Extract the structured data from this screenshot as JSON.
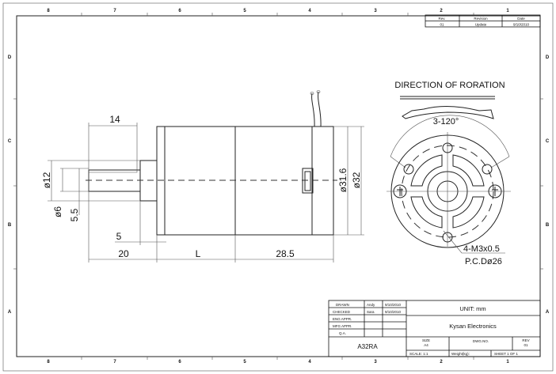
{
  "border": {
    "columns": [
      "8",
      "7",
      "6",
      "5",
      "4",
      "3",
      "2",
      "1"
    ],
    "rows": [
      "D",
      "C",
      "B",
      "A"
    ]
  },
  "revision_table": {
    "headers": [
      "Rev.",
      "Revision",
      "Date"
    ],
    "rows": [
      [
        "01",
        "Update",
        "9/10/2010"
      ]
    ]
  },
  "side_view": {
    "dims": {
      "d14": "14",
      "d12": "ø12",
      "d6": "ø6",
      "d5_5": "5.5",
      "d5": "5",
      "d20": "20",
      "dL": "L",
      "d28_5": "28.5",
      "d31_6": "ø31.6",
      "d32": "ø32"
    }
  },
  "front_view": {
    "title": "DIRECTION OF RORATION",
    "angle": "3-120°",
    "thread": "4-M3x0.5",
    "pcd": "P.C.Dø26"
  },
  "title_block": {
    "signoffs": [
      {
        "label": "DRAWN",
        "name": "Andy",
        "date": "9/10/2010"
      },
      {
        "label": "CHECKED",
        "name": "Sara",
        "date": "9/10/2010"
      },
      {
        "label": "ENG APPR.",
        "name": "",
        "date": ""
      },
      {
        "label": "MFG APPR.",
        "name": "",
        "date": ""
      },
      {
        "label": "Q.A.",
        "name": "",
        "date": ""
      }
    ],
    "unit": "UNIT: mm",
    "company": "Kysan Electronics",
    "part": "A32RA",
    "size_label": "SIZE",
    "size": "A4",
    "dwg_no_label": "DWG.NO.",
    "rev_label": "REV",
    "rev": "01",
    "scale": "SCALE: 1:1",
    "weight": "Weight(kg):",
    "sheet": "SHEET 1 OF 1"
  }
}
